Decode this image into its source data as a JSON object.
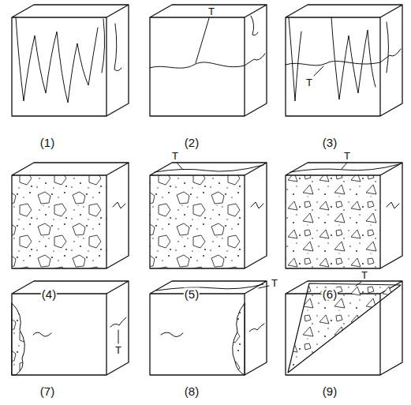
{
  "diagram": {
    "labels": [
      "T",
      "T",
      "(1)",
      "(2)",
      "(3)",
      "T",
      "T",
      "(4)",
      "(5)",
      "(6)",
      "T",
      "T",
      "T",
      "(7)",
      "(8)",
      "(9)"
    ]
  }
}
